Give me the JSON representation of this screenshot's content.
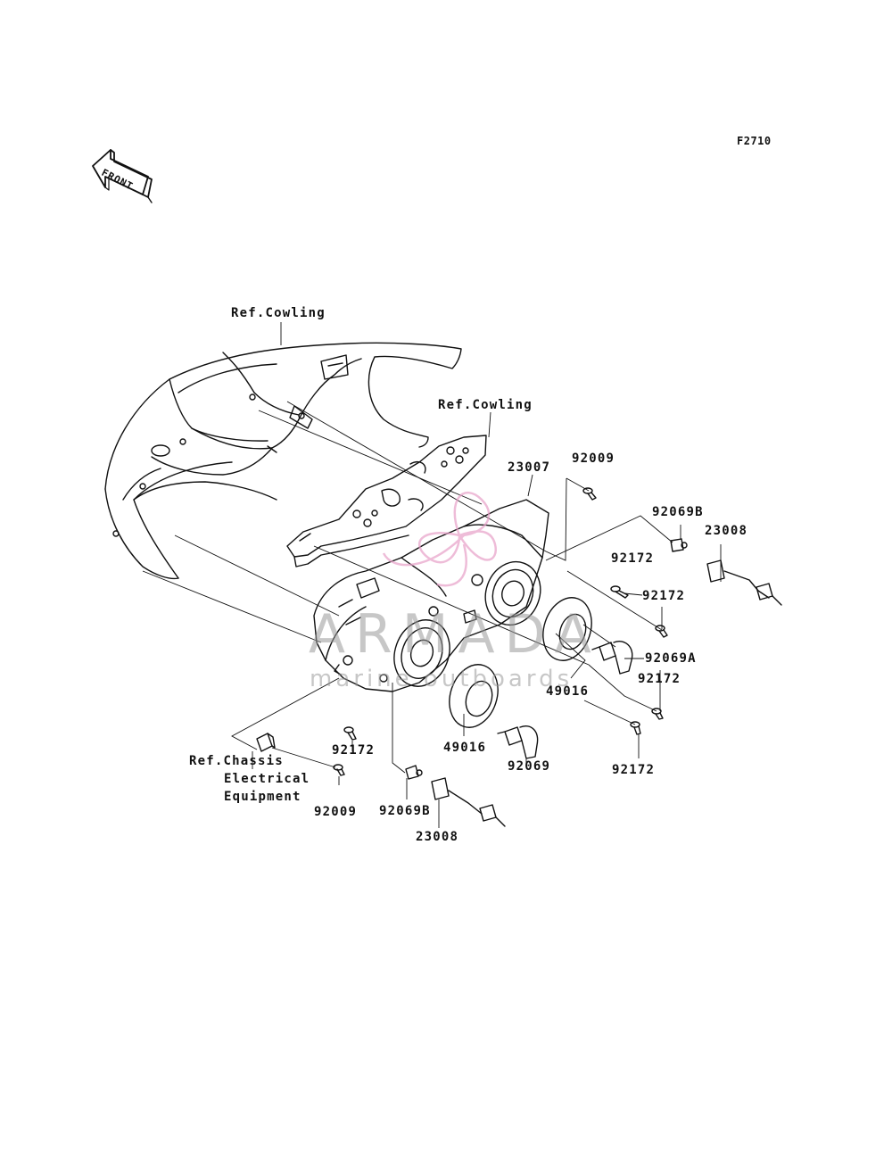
{
  "figure_code": "F2710",
  "front_arrow": {
    "label": "FRONT",
    "icon": "front-direction-arrow-icon"
  },
  "watermark": {
    "main": "ARMADA",
    "sub": "marine outboards",
    "logo_icon": "pink-flower-logo-icon",
    "logo_color": "#e8a0c8"
  },
  "labels": {
    "ref_cowling_top": "Ref.Cowling",
    "ref_cowling_bracket": "Ref.Cowling",
    "part_23007": "23007",
    "part_92009_top": "92009",
    "part_92069b_top": "92069B",
    "part_23008_top": "23008",
    "part_92172_a": "92172",
    "part_92172_b": "92172",
    "part_92069a": "92069A",
    "part_49016_right": "49016",
    "part_92172_c": "92172",
    "part_92172_d": "92172",
    "part_49016_left": "49016",
    "part_92069": "92069",
    "part_92172_left": "92172",
    "ref_chassis_line1": "Ref.Chassis",
    "ref_chassis_line2": "Electrical",
    "ref_chassis_line3": "Equipment",
    "part_92009_bottom": "92009",
    "part_92069b_bottom": "92069B",
    "part_23008_bottom": "23008"
  },
  "colors": {
    "line": "#111111",
    "background": "#ffffff"
  }
}
